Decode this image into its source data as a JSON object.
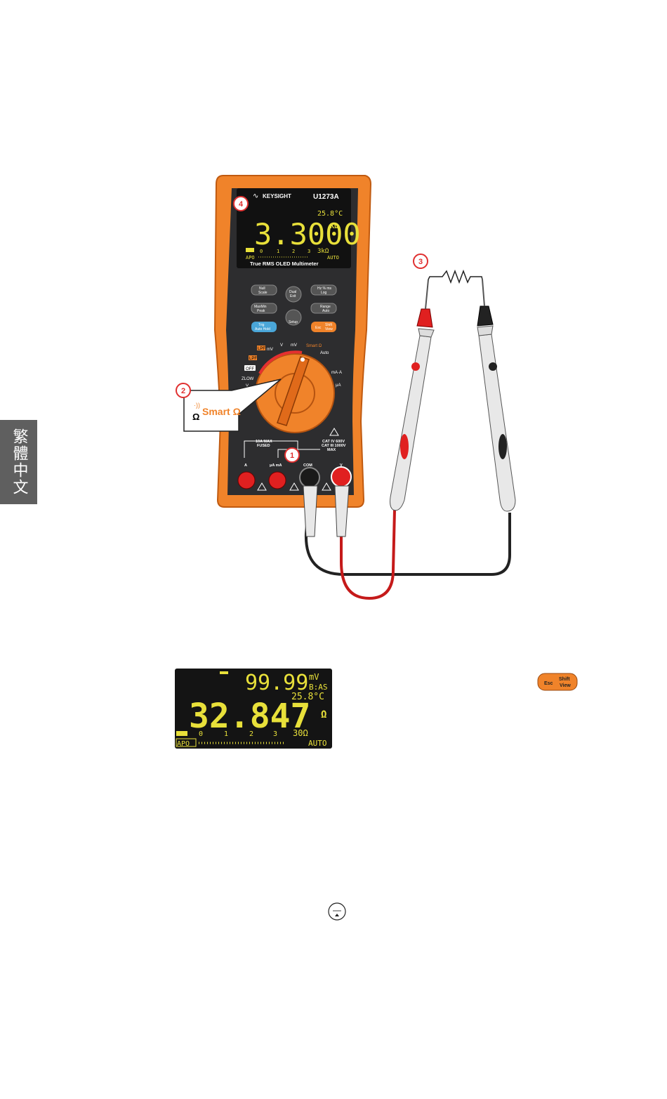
{
  "side_tab": {
    "label": "繁體中文"
  },
  "meter": {
    "brand": "KEYSIGHT",
    "model": "U1273A",
    "display": {
      "temperature": "25.8°C",
      "reading": "3.3000",
      "unit": "KΩ",
      "bar_scale": [
        "0",
        "1",
        "2",
        "3"
      ],
      "range": "3kΩ",
      "apo": "APO",
      "auto": "AUTO"
    },
    "caption": "True RMS OLED Multimeter",
    "keys": {
      "null": "Null",
      "scale": "Scale",
      "dual": "Dual",
      "exit": "Exit",
      "hz": "Hz % ms",
      "log": "Log",
      "maxmin": "MaxMin",
      "peak": "Peak",
      "range": "Range",
      "auto": "Auto",
      "trig": "Trig",
      "auto_hold": "Auto Hold",
      "setup": "Setup",
      "esc": "Esc",
      "shift": "Shift",
      "view": "View"
    },
    "dial": {
      "lpf1": "LPF",
      "lpf2": "LPF",
      "mv": "mV",
      "v": "V",
      "mv2": "mV",
      "smart": "Smart Ω",
      "auto": "Auto",
      "ma_a": "mA·A",
      "ua": "μA",
      "off": "OFF",
      "zlow": "ZLOW",
      "v2": "V"
    },
    "terminals": {
      "fused": "10A MAX\nFUSED",
      "fused_1": "10A MAX",
      "fused_2": "FUSED",
      "cat1": "CAT IV  600V",
      "cat2": "CAT III 1000V",
      "max": "MAX",
      "a": "A",
      "uama": "μA mA",
      "com": "COM",
      "v": "V"
    }
  },
  "callouts": {
    "c1": "1",
    "c2": "2",
    "c3": "3",
    "c4": "4",
    "smart_label": "Smart Ω",
    "smart_ohm": "Ω"
  },
  "secondary_display": {
    "top_value": "99.99",
    "top_unit": "mV",
    "top_sub": "B:AS",
    "temperature": "25.8°C",
    "main_value": "32.847",
    "main_unit": "Ω",
    "bar_scale": [
      "0",
      "1",
      "2",
      "3"
    ],
    "range": "30Ω",
    "apo": "APO",
    "auto": "AUTO"
  },
  "esc_key": {
    "esc": "Esc",
    "shift": "Shift",
    "view": "View"
  },
  "small_icon": {
    "name": "up-arrow-key-icon"
  }
}
